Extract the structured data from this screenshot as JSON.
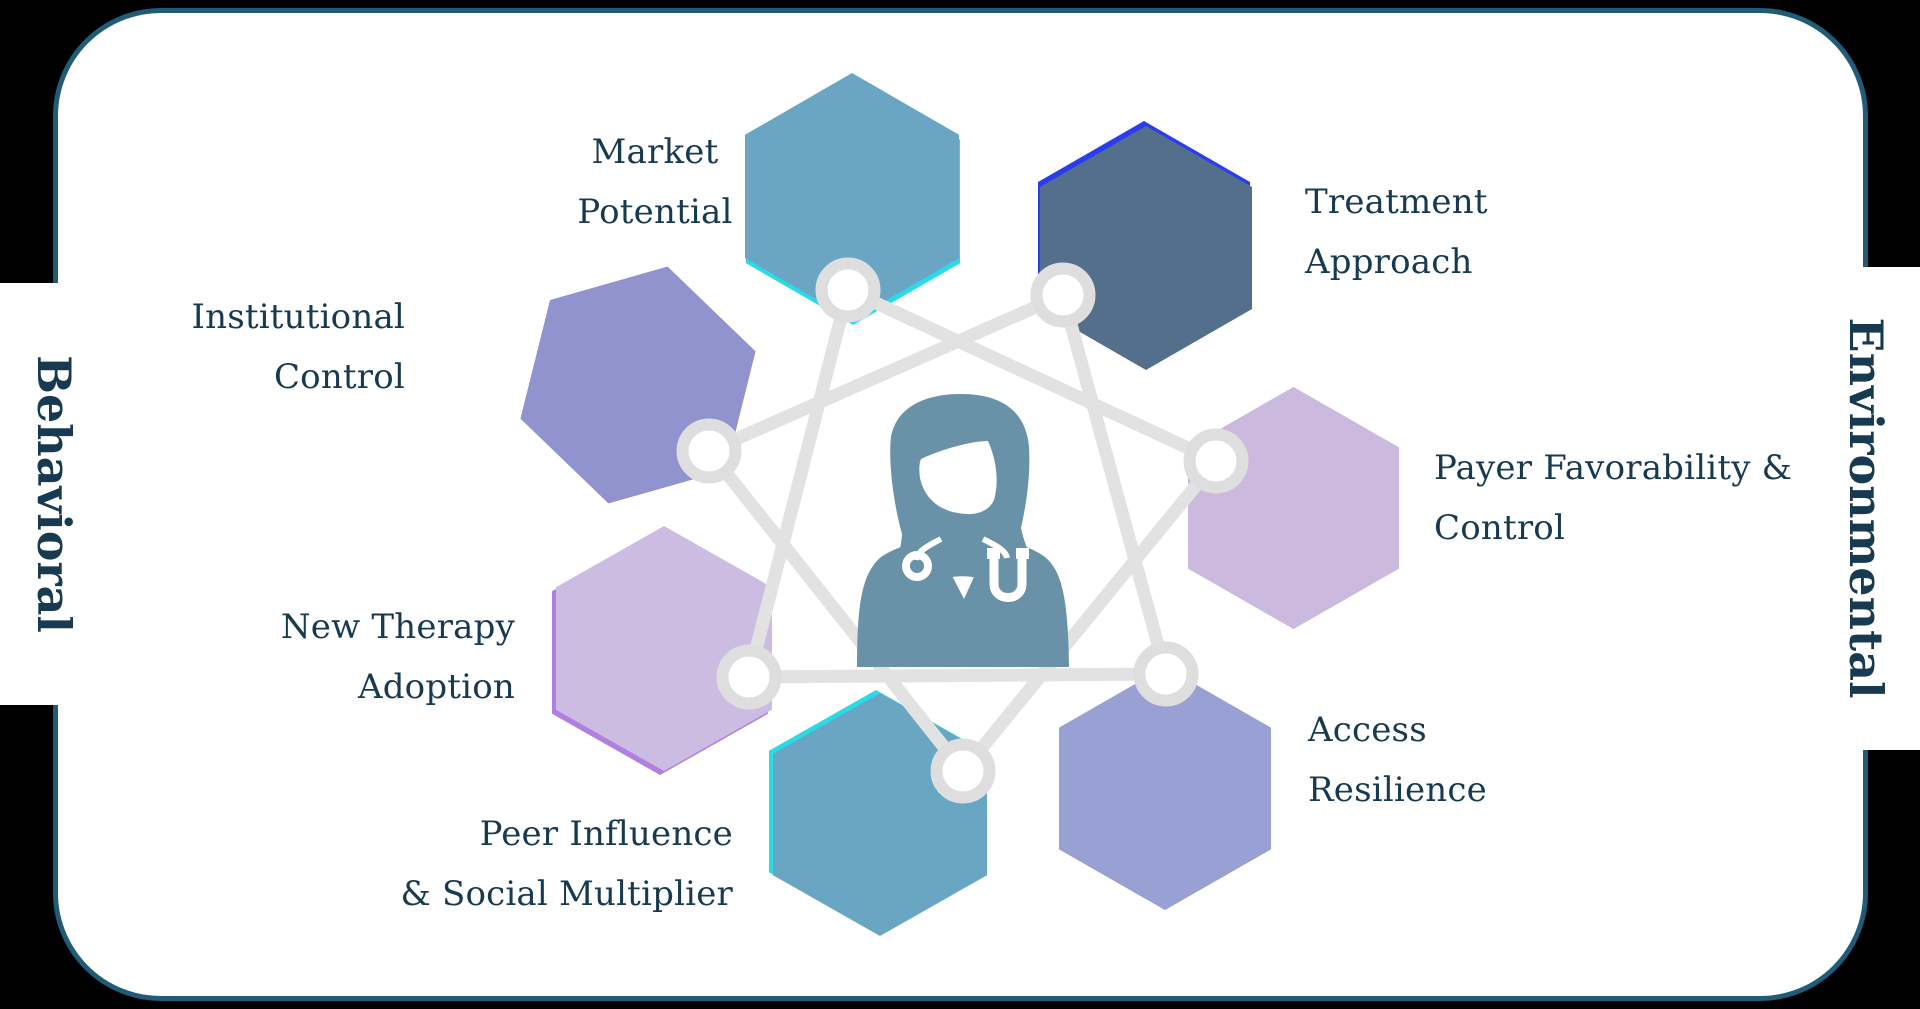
{
  "side_labels": {
    "left": "Behavioral",
    "right": "Environmental"
  },
  "center": {
    "icon": "female-doctor-stethoscope-icon"
  },
  "factors": [
    {
      "id": "market-potential",
      "lines": [
        "Market",
        "Potential"
      ],
      "hex_color": "#6aa6c4",
      "accent_color": "#29dbe8",
      "axis": "Behavioral"
    },
    {
      "id": "treatment-approach",
      "lines": [
        "Treatment",
        "Approach"
      ],
      "hex_color": "#546f8c",
      "accent_color": "#2b3cf0",
      "axis": "Environmental"
    },
    {
      "id": "institutional-control",
      "lines": [
        "Institutional",
        "Control"
      ],
      "hex_color": "#9193ce",
      "accent_color": "#9193ce",
      "axis": "Behavioral"
    },
    {
      "id": "payer-favorability-control",
      "lines": [
        "Payer Favorability &",
        "Control"
      ],
      "hex_color": "#cbbade",
      "accent_color": "#cbbade",
      "axis": "Environmental"
    },
    {
      "id": "new-therapy-adoption",
      "lines": [
        "New Therapy",
        "Adoption"
      ],
      "hex_color": "#cdbce2",
      "accent_color": "#b17fe0",
      "axis": "Behavioral"
    },
    {
      "id": "access-resilience",
      "lines": [
        "Access",
        "Resilience"
      ],
      "hex_color": "#99a0d4",
      "accent_color": "#99a0d4",
      "axis": "Environmental"
    },
    {
      "id": "peer-influence-social-multiplier",
      "lines": [
        "Peer Influence",
        "& Social Multiplier"
      ],
      "hex_color": "#69a6c4",
      "accent_color": "#29dbe8",
      "axis": "Behavioral"
    }
  ],
  "colors": {
    "background": "#000000",
    "card_background": "#ffffff",
    "card_border": "#205c78",
    "label_text": "#183a51",
    "connector_line": "#e2e2e2",
    "node_ring": "#dedede",
    "node_center": "#ffffff",
    "doctor_icon": "#6991a7"
  }
}
